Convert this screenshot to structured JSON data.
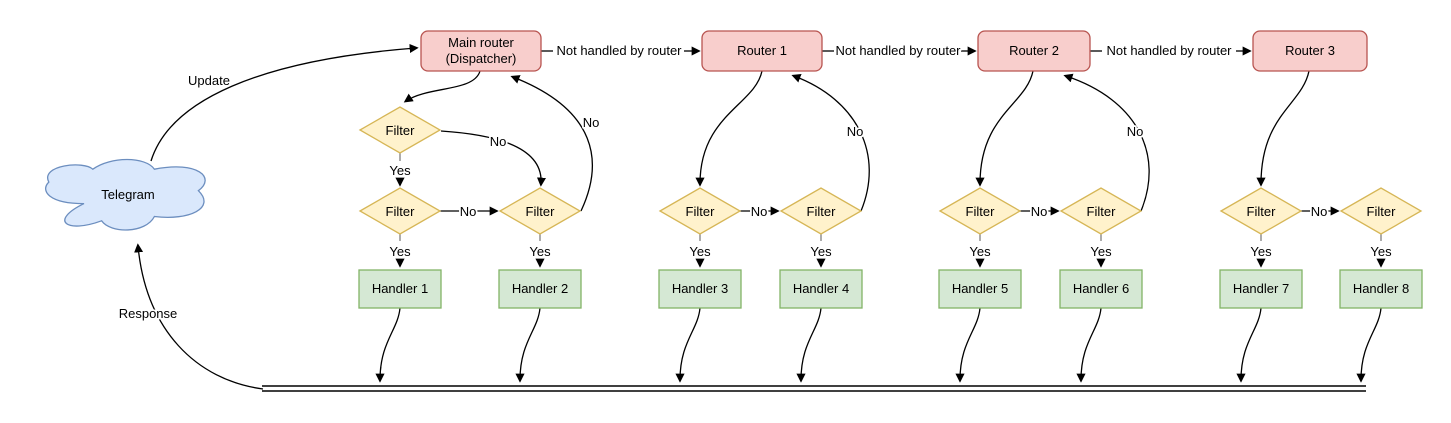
{
  "diagram": {
    "cloud": {
      "label": "Telegram"
    },
    "labels": {
      "update": "Update",
      "response": "Response",
      "not_handled": "Not handled by router",
      "filter": "Filter",
      "yes": "Yes",
      "no": "No"
    },
    "routers": {
      "main_line1": "Main router",
      "main_line2": "(Dispatcher)",
      "r1": "Router 1",
      "r2": "Router 2",
      "r3": "Router 3"
    },
    "handlers": [
      "Handler 1",
      "Handler 2",
      "Handler 3",
      "Handler 4",
      "Handler 5",
      "Handler 6",
      "Handler 7",
      "Handler 8"
    ],
    "colors": {
      "router_fill": "#f8cecc",
      "router_stroke": "#b85450",
      "filter_fill": "#fff2cc",
      "filter_stroke": "#d6b656",
      "handler_fill": "#d5e8d4",
      "handler_stroke": "#82b366",
      "cloud_fill": "#dae8fc",
      "cloud_stroke": "#6c8ebf",
      "edge_color": "#000000"
    }
  }
}
